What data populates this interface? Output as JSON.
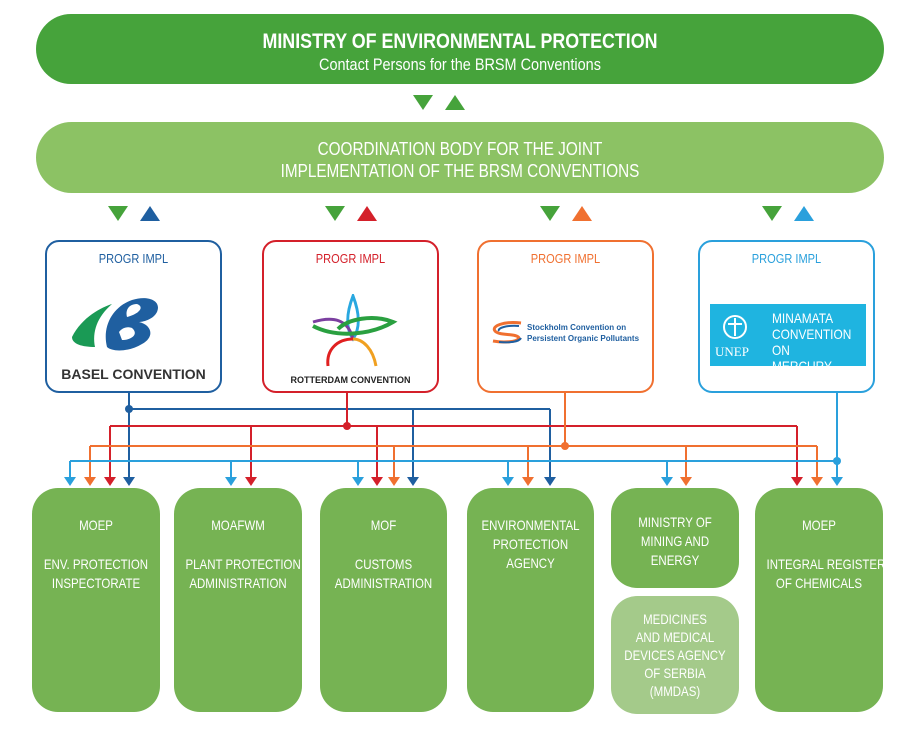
{
  "ministry": {
    "title": "MINISTRY OF ENVIRONMENTAL PROTECTION",
    "subtitle": "Contact Persons for the BRSM Conventions"
  },
  "coordination": {
    "line1": "COORDINATION BODY FOR THE JOINT",
    "line2": "IMPLEMENTATION OF THE BRSM CONVENTIONS"
  },
  "colors": {
    "green": "#46a33b",
    "light_green": "#8cc264",
    "basel": "#1f5fa0",
    "rotterdam": "#d4202a",
    "stockholm": "#f07030",
    "minamata": "#2aa0dc"
  },
  "conventions": [
    {
      "label": "PROGR IMPL",
      "name": "BASEL CONVENTION",
      "color": "#1f5fa0"
    },
    {
      "label": "PROGR IMPL",
      "name": "ROTTERDAM CONVENTION",
      "color": "#d4202a"
    },
    {
      "label": "PROGR IMPL",
      "name_line1": "Stockholm Convention on",
      "name_line2": "Persistent Organic Pollutants",
      "color": "#f07030"
    },
    {
      "label": "PROGR IMPL",
      "org": "UNEP",
      "name_line1": "MINAMATA",
      "name_line2": "CONVENTION",
      "name_line3": "ON MERCURY",
      "color": "#2aa0dc"
    }
  ],
  "institutions": [
    {
      "line1": "MOEP",
      "line2": "ENV. PROTECTION",
      "line3": "INSPECTORATE"
    },
    {
      "line1": "MOAFWM",
      "line2": "PLANT PROTECTION",
      "line3": "ADMINISTRATION"
    },
    {
      "line1": "MOF",
      "line2": "CUSTOMS",
      "line3": "ADMINISTRATION"
    },
    {
      "line1": "ENVIRONMENTAL",
      "line2": "PROTECTION",
      "line3": "AGENCY"
    },
    {
      "line1": "MINISTRY OF",
      "line2": "MINING AND",
      "line3": "ENERGY"
    },
    {
      "line1": "MEDICINES",
      "line2": "AND MEDICAL",
      "line3": "DEVICES AGENCY",
      "line4": "OF SERBIA",
      "line5": "(MMDAS)"
    },
    {
      "line1": "MOEP",
      "line2": "INTEGRAL REGISTER",
      "line3": "OF CHEMICALS"
    }
  ]
}
